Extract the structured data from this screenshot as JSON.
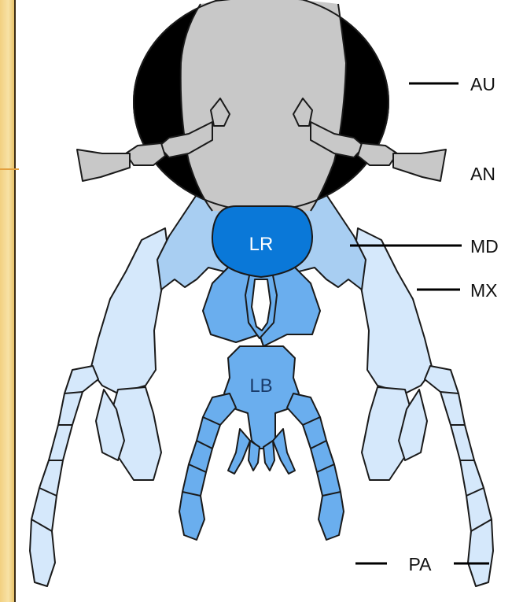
{
  "labels": {
    "au": "AU",
    "an": "AN",
    "md": "MD",
    "mx": "MX",
    "lr": "LR",
    "lb": "LB",
    "pa": "PA"
  },
  "colors": {
    "head": "#c8c8c8",
    "eye": "#000000",
    "labrum": "#0a78d8",
    "mandible": "#a8cef2",
    "maxilla": "#d5e8fb",
    "labium": "#6aaeee",
    "slide_border": "#f2d080"
  }
}
